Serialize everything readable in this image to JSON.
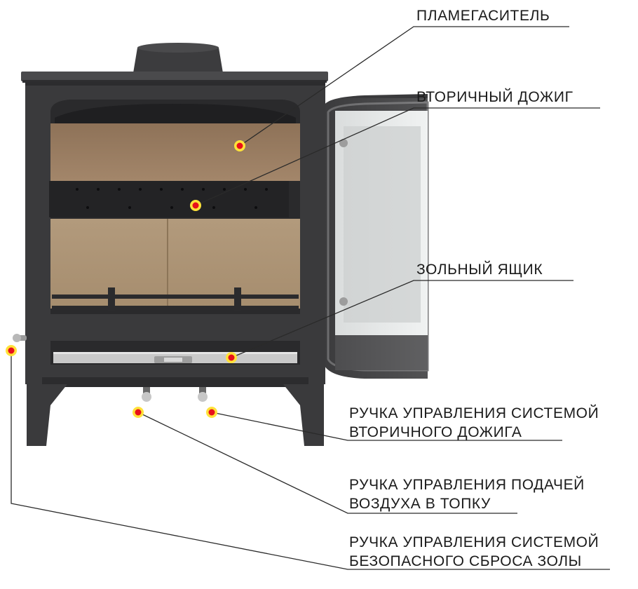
{
  "callouts": [
    {
      "id": "flame-arrester",
      "lines": [
        "ПЛАМЕГАСИТЕЛЬ"
      ]
    },
    {
      "id": "secondary-burn",
      "lines": [
        "ВТОРИЧНЫЙ ДОЖИГ"
      ]
    },
    {
      "id": "ash-box",
      "lines": [
        "ЗОЛЬНЫЙ ЯЩИК"
      ]
    },
    {
      "id": "secondary-burn-control",
      "lines": [
        "РУЧКА УПРАВЛЕНИЯ СИСТЕМОЙ",
        "ВТОРИЧНОГО ДОЖИГА"
      ]
    },
    {
      "id": "air-supply-control",
      "lines": [
        "РУЧКА УПРАВЛЕНИЯ ПОДАЧЕЙ",
        "ВОЗДУХА В ТОПКУ"
      ]
    },
    {
      "id": "ash-release-control",
      "lines": [
        "РУЧКА УПРАВЛЕНИЯ СИСТЕМОЙ",
        "БЕЗОПАСНОГО СБРОСА ЗОЛЫ"
      ]
    }
  ],
  "colors": {
    "stove_body": "#3a3a3c",
    "firebrick": "#a08466",
    "marker_fill": "#e8101a",
    "marker_ring": "#ffe23a",
    "leader_line": "#2a2a2a"
  }
}
